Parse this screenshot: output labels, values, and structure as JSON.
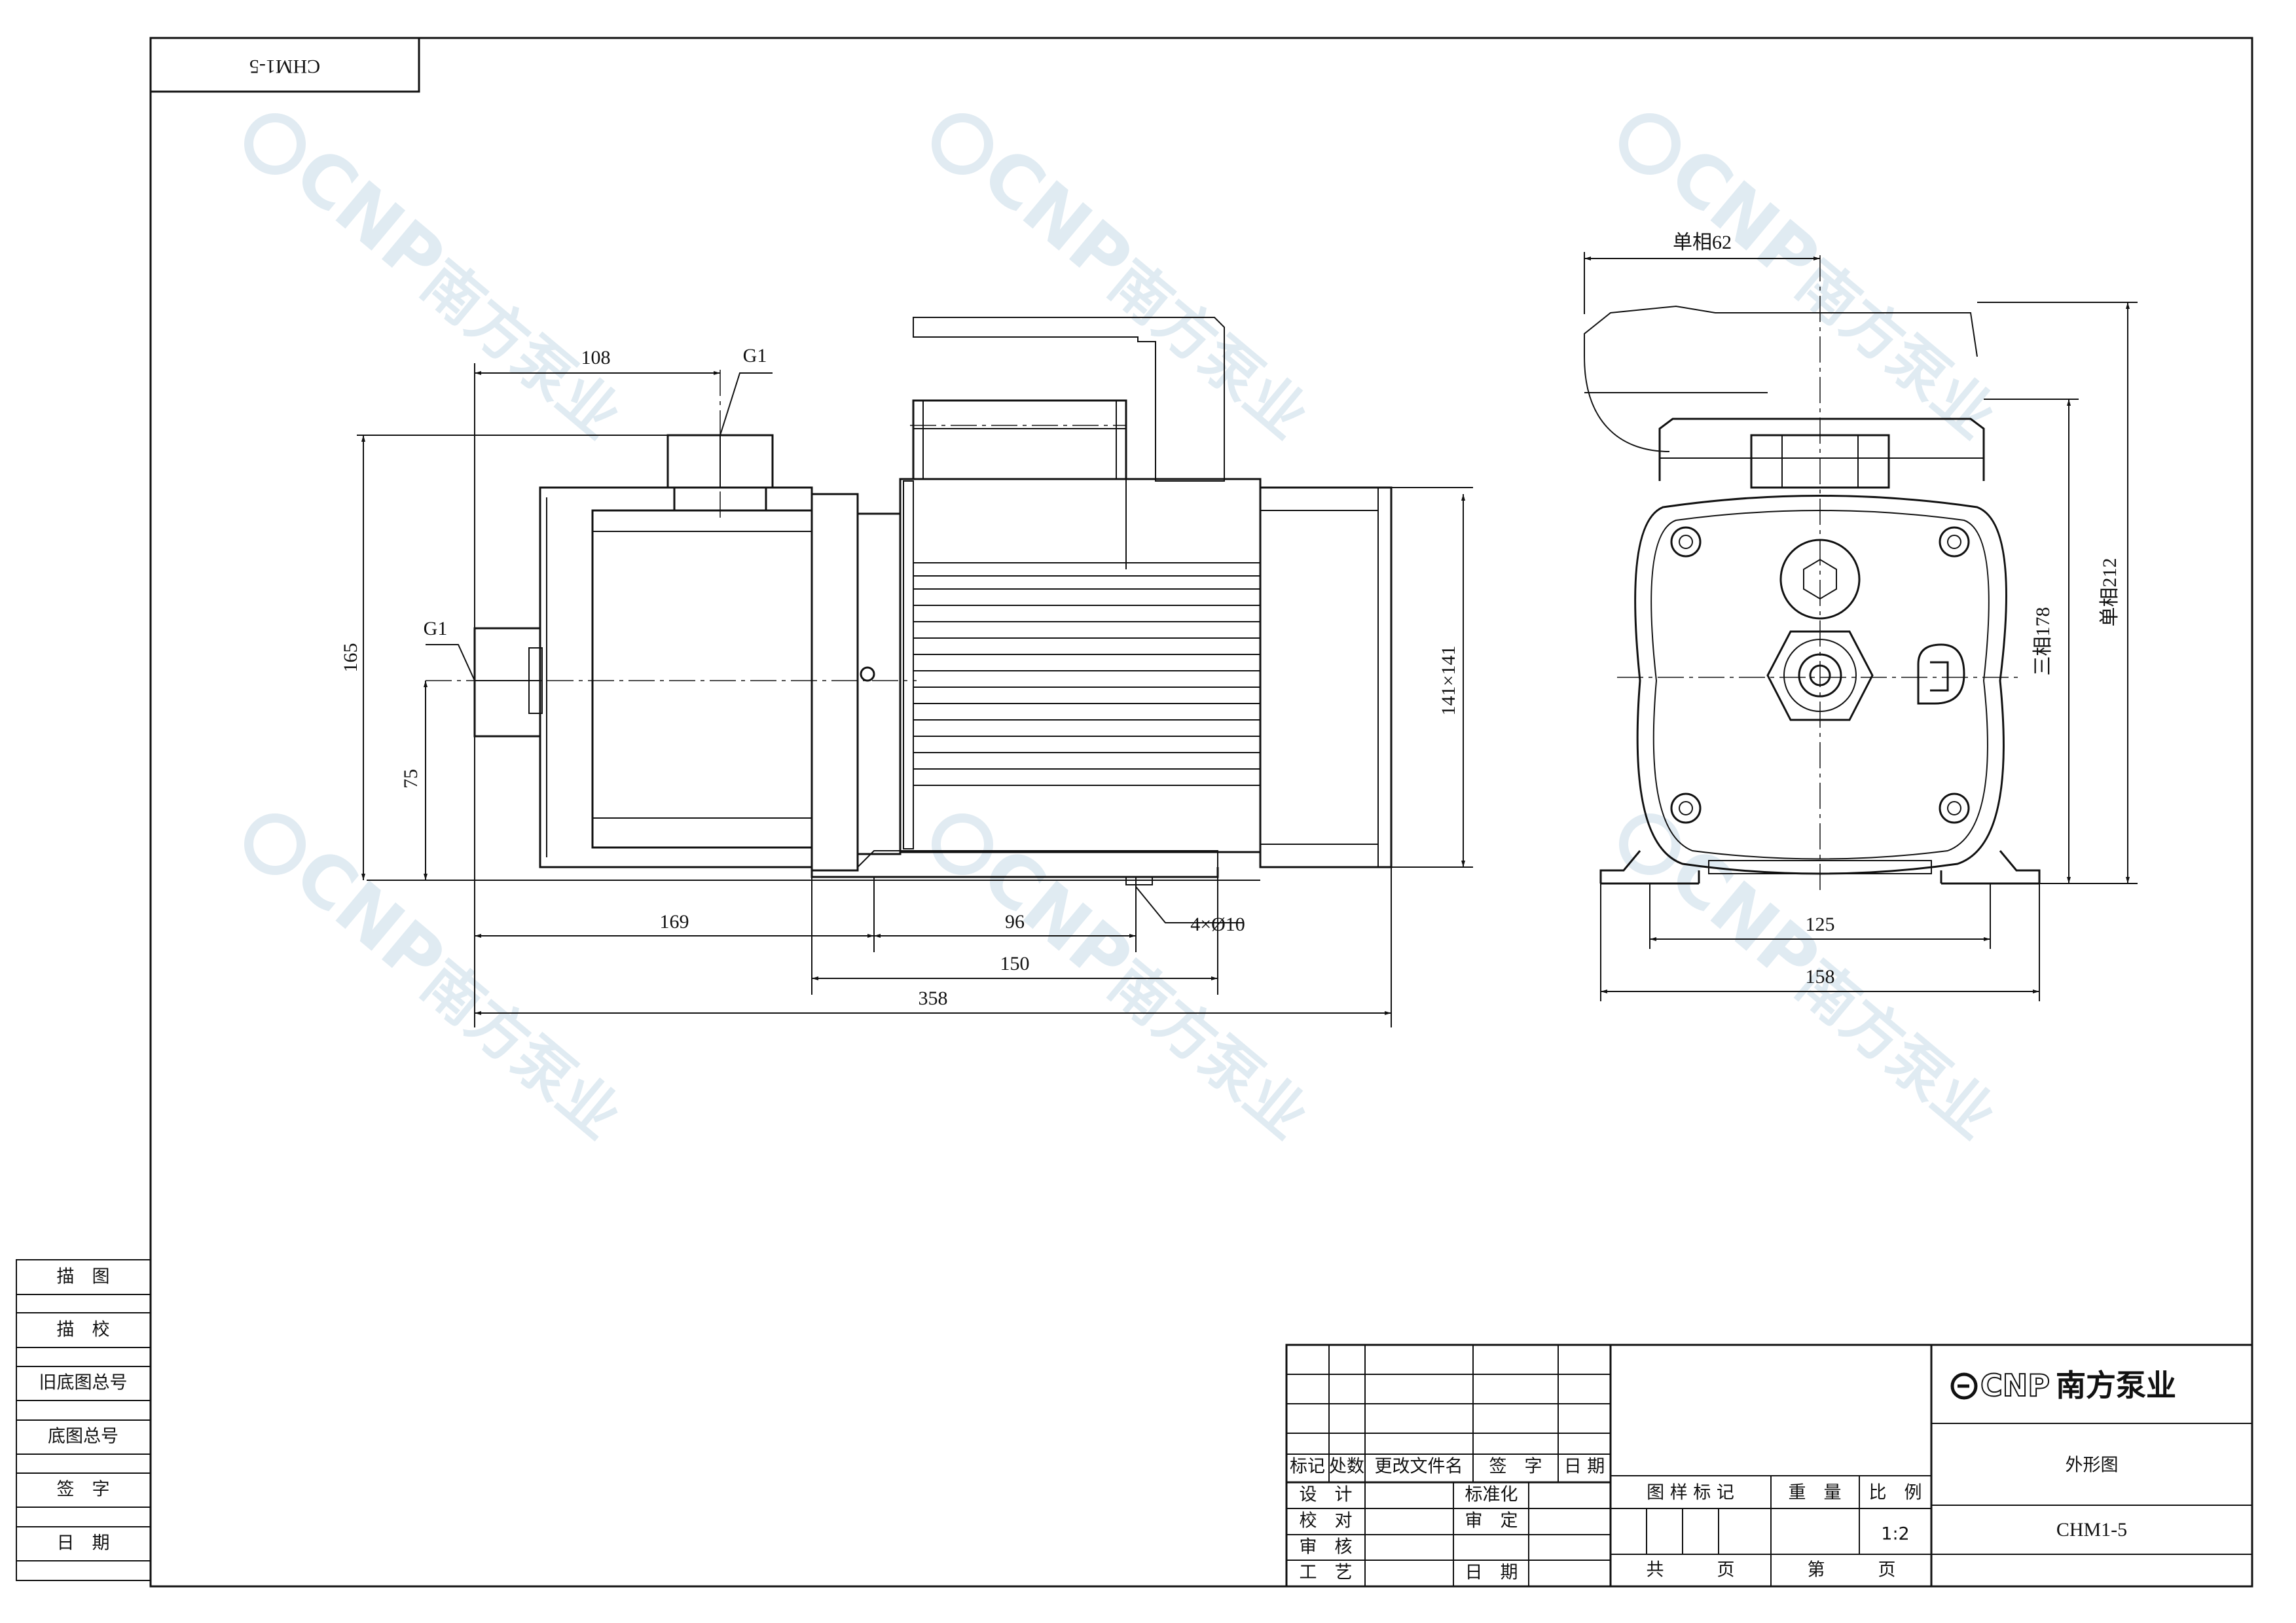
{
  "title_tag": "CHM1-5",
  "watermark": {
    "brand": "CNP",
    "cn": "南方泵业"
  },
  "side_view": {
    "dim_108": "108",
    "label_g1_top": "G1",
    "label_g1_side": "G1",
    "dim_165": "165",
    "dim_75": "75",
    "dim_141": "141×141",
    "dim_169": "169",
    "dim_96": "96",
    "dim_holes": "4×Ø10",
    "dim_150": "150",
    "dim_358": "358"
  },
  "end_view": {
    "dim_single62": "单相62",
    "dim_three178": "三相178",
    "dim_single212": "单相212",
    "dim_125": "125",
    "dim_158": "158"
  },
  "left_table": [
    "描　图",
    "描　校",
    "旧底图总号",
    "底图总号",
    "签　字",
    "日　期"
  ],
  "title_block": {
    "rev_headers": [
      "标记",
      "处数",
      "更改文件名",
      "签　字",
      "日 期"
    ],
    "roles_left": [
      "设　计",
      "校　对",
      "审　核",
      "工　艺"
    ],
    "roles_mid": [
      "标准化",
      "审　定",
      "日　期"
    ],
    "info_headers": [
      "图 样 标 记",
      "重　量",
      "比　例"
    ],
    "scale": "1:2",
    "sheet_total": "共　　　页",
    "sheet_no": "第　　　页",
    "company_brand": "CNP",
    "company_cn": "南方泵业",
    "drawing_name": "外形图",
    "drawing_no": "CHM1-5"
  }
}
